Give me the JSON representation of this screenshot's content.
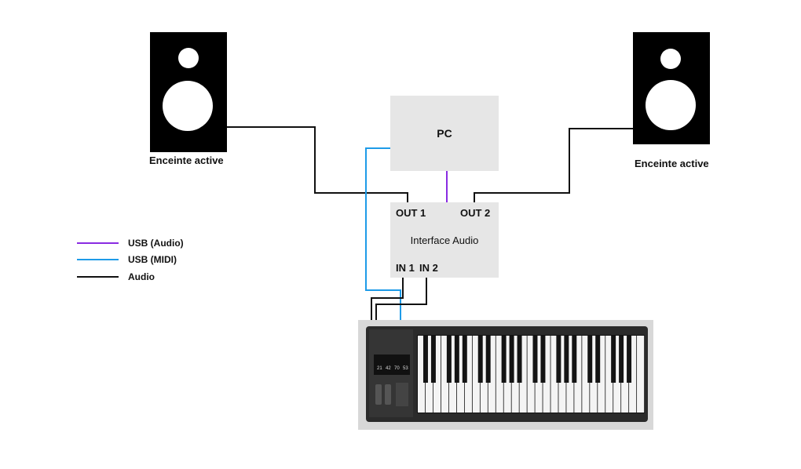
{
  "speakers": {
    "left": {
      "label": "Enceinte active"
    },
    "right": {
      "label": "Enceinte active"
    }
  },
  "pc": {
    "label": "PC"
  },
  "interface": {
    "label": "Interface Audio",
    "out1": "OUT 1",
    "out2": "OUT 2",
    "in1": "IN 1",
    "in2": "IN 2"
  },
  "legend": [
    {
      "label": "USB (Audio)",
      "color": "#8a2be2"
    },
    {
      "label": "USB (MIDI)",
      "color": "#1e9be8"
    },
    {
      "label": "Audio",
      "color": "#111111"
    }
  ],
  "keyboard": {
    "display": [
      "21",
      "42",
      "70",
      "53"
    ]
  }
}
